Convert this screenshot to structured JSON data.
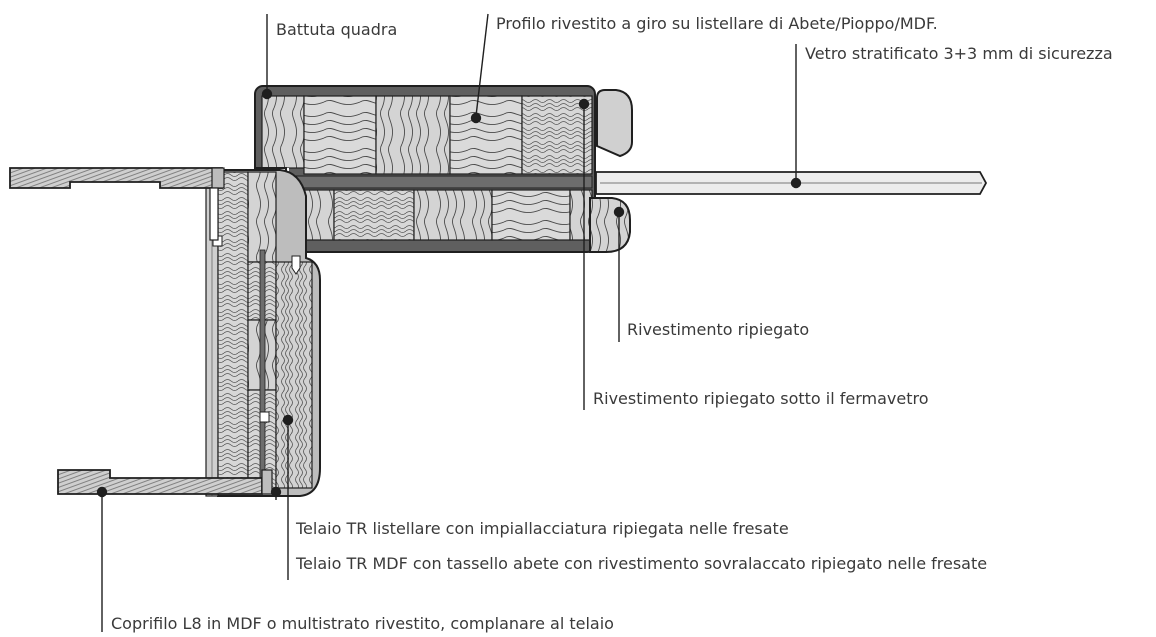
{
  "labels": {
    "battuta": "Battuta quadra",
    "profilo": "Profilo rivestito a giro su listellare di Abete/Pioppo/MDF.",
    "vetro": "Vetro stratificato 3+3 mm di sicurezza",
    "rivestimento": "Rivestimento ripiegato",
    "rivestimento_fermavetro": "Rivestimento ripiegato sotto il fermavetro",
    "telaio_listellare": "Telaio TR listellare con impiallacciatura ripiegata nelle fresate",
    "telaio_mdf": "Telaio TR  MDF con tassello abete con rivestimento sovralaccato ripiegato nelle fresate",
    "coprifilo": "Coprifilo L8 in MDF o multistrato rivestito, complanare al telaio"
  },
  "colors": {
    "outline": "#1f1f1f",
    "dark_laminate": "#6b6b6b",
    "light_wood": "#dcdcdc",
    "mid_wood": "#c8c8c8",
    "glass": "#e8e8e8",
    "text": "#3a3a3a"
  }
}
